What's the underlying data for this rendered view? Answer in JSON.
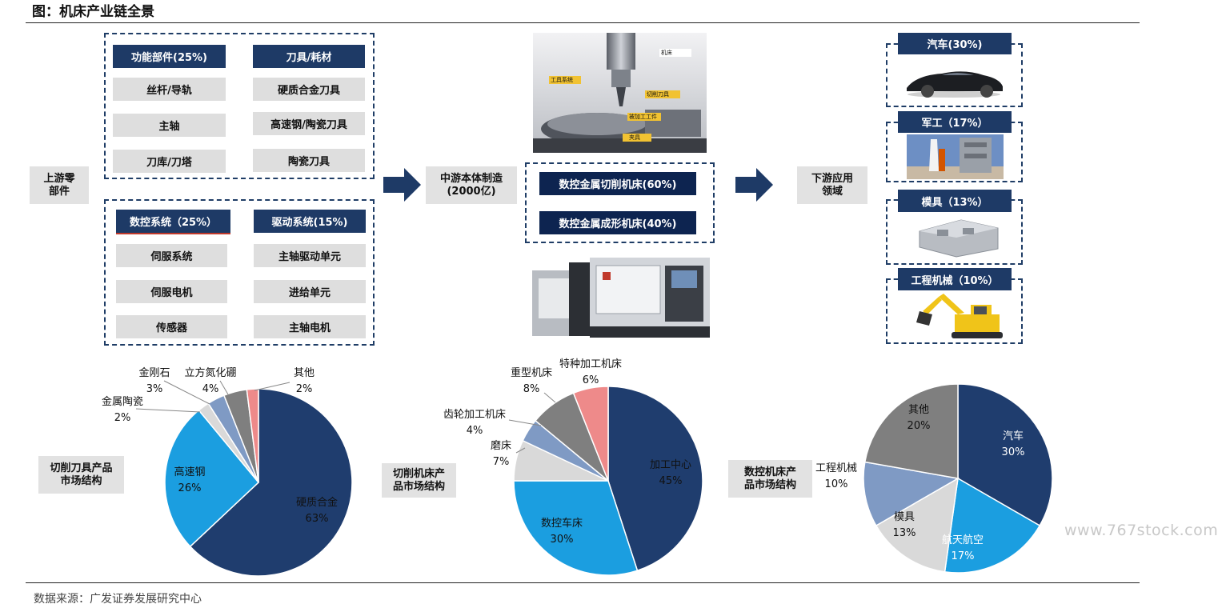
{
  "title": "图：机床产业链全景",
  "source": "数据来源：广发证券发展研究中心",
  "watermark": "www.767stock.com",
  "upstream": {
    "label": "上游零部件",
    "group1": {
      "left_header": "功能部件(25%)",
      "right_header": "刀具/耗材",
      "left_items": [
        "丝杆/导轨",
        "主轴",
        "刀库/刀塔"
      ],
      "right_items": [
        "硬质合金刀具",
        "高速钢/陶瓷刀具",
        "陶瓷刀具"
      ]
    },
    "group2": {
      "left_header": "数控系统（25%）",
      "right_header": "驱动系统(15%)",
      "left_items": [
        "伺服系统",
        "伺服电机",
        "传感器"
      ],
      "right_items": [
        "主轴驱动单元",
        "进给单元",
        "主轴电机"
      ]
    }
  },
  "midstream": {
    "label": "中游本体制造(2000亿)",
    "items": [
      "数控金属切削机床(60%)",
      "数控金属成形机床(40%)"
    ],
    "photo_labels": [
      "机床",
      "工具系统",
      "切削刀具",
      "被加工工件",
      "夹具"
    ]
  },
  "downstream": {
    "label": "下游应用领域",
    "items": [
      "汽车(30%)",
      "军工（17%）",
      "模具（13%）",
      "工程机械（10%）"
    ]
  },
  "pie_labels": {
    "chart1": "切削刀具产品市场结构",
    "chart2": "切削机床产品市场结构",
    "chart3": "数控机床产品市场结构"
  },
  "chart_data": [
    {
      "type": "pie",
      "slices": [
        {
          "name": "硬质合金",
          "value": 63,
          "label": "63%",
          "color": "#1f3d6e"
        },
        {
          "name": "高速钢",
          "value": 26,
          "label": "26%",
          "color": "#1b9ee0"
        },
        {
          "name": "金属陶瓷",
          "value": 2,
          "label": "2%",
          "color": "#d9d9d9"
        },
        {
          "name": "金刚石",
          "value": 3,
          "label": "3%",
          "color": "#7f9ac4"
        },
        {
          "name": "立方氮化硼",
          "value": 4,
          "label": "4%",
          "color": "#7f7f7f"
        },
        {
          "name": "其他",
          "value": 2,
          "label": "2%",
          "color": "#ee8a8a"
        }
      ]
    },
    {
      "type": "pie",
      "slices": [
        {
          "name": "加工中心",
          "value": 45,
          "label": "45%",
          "color": "#1f3d6e"
        },
        {
          "name": "数控车床",
          "value": 30,
          "label": "30%",
          "color": "#1b9ee0"
        },
        {
          "name": "磨床",
          "value": 7,
          "label": "7%",
          "color": "#d9d9d9"
        },
        {
          "name": "齿轮加工机床",
          "value": 4,
          "label": "4%",
          "color": "#7f9ac4"
        },
        {
          "name": "重型机床",
          "value": 8,
          "label": "8%",
          "color": "#7f7f7f"
        },
        {
          "name": "特种加工机床",
          "value": 6,
          "label": "6%",
          "color": "#ee8a8a"
        }
      ]
    },
    {
      "type": "pie",
      "slices": [
        {
          "name": "汽车",
          "value": 30,
          "label": "30%",
          "color": "#1f3d6e"
        },
        {
          "name": "航天航空",
          "value": 17,
          "label": "17%",
          "color": "#1b9ee0"
        },
        {
          "name": "模具",
          "value": 13,
          "label": "13%",
          "color": "#d9d9d9"
        },
        {
          "name": "工程机械",
          "value": 10,
          "label": "10%",
          "color": "#7f9ac4"
        },
        {
          "name": "其他",
          "value": 20,
          "label": "20%",
          "color": "#7f7f7f"
        }
      ]
    }
  ]
}
